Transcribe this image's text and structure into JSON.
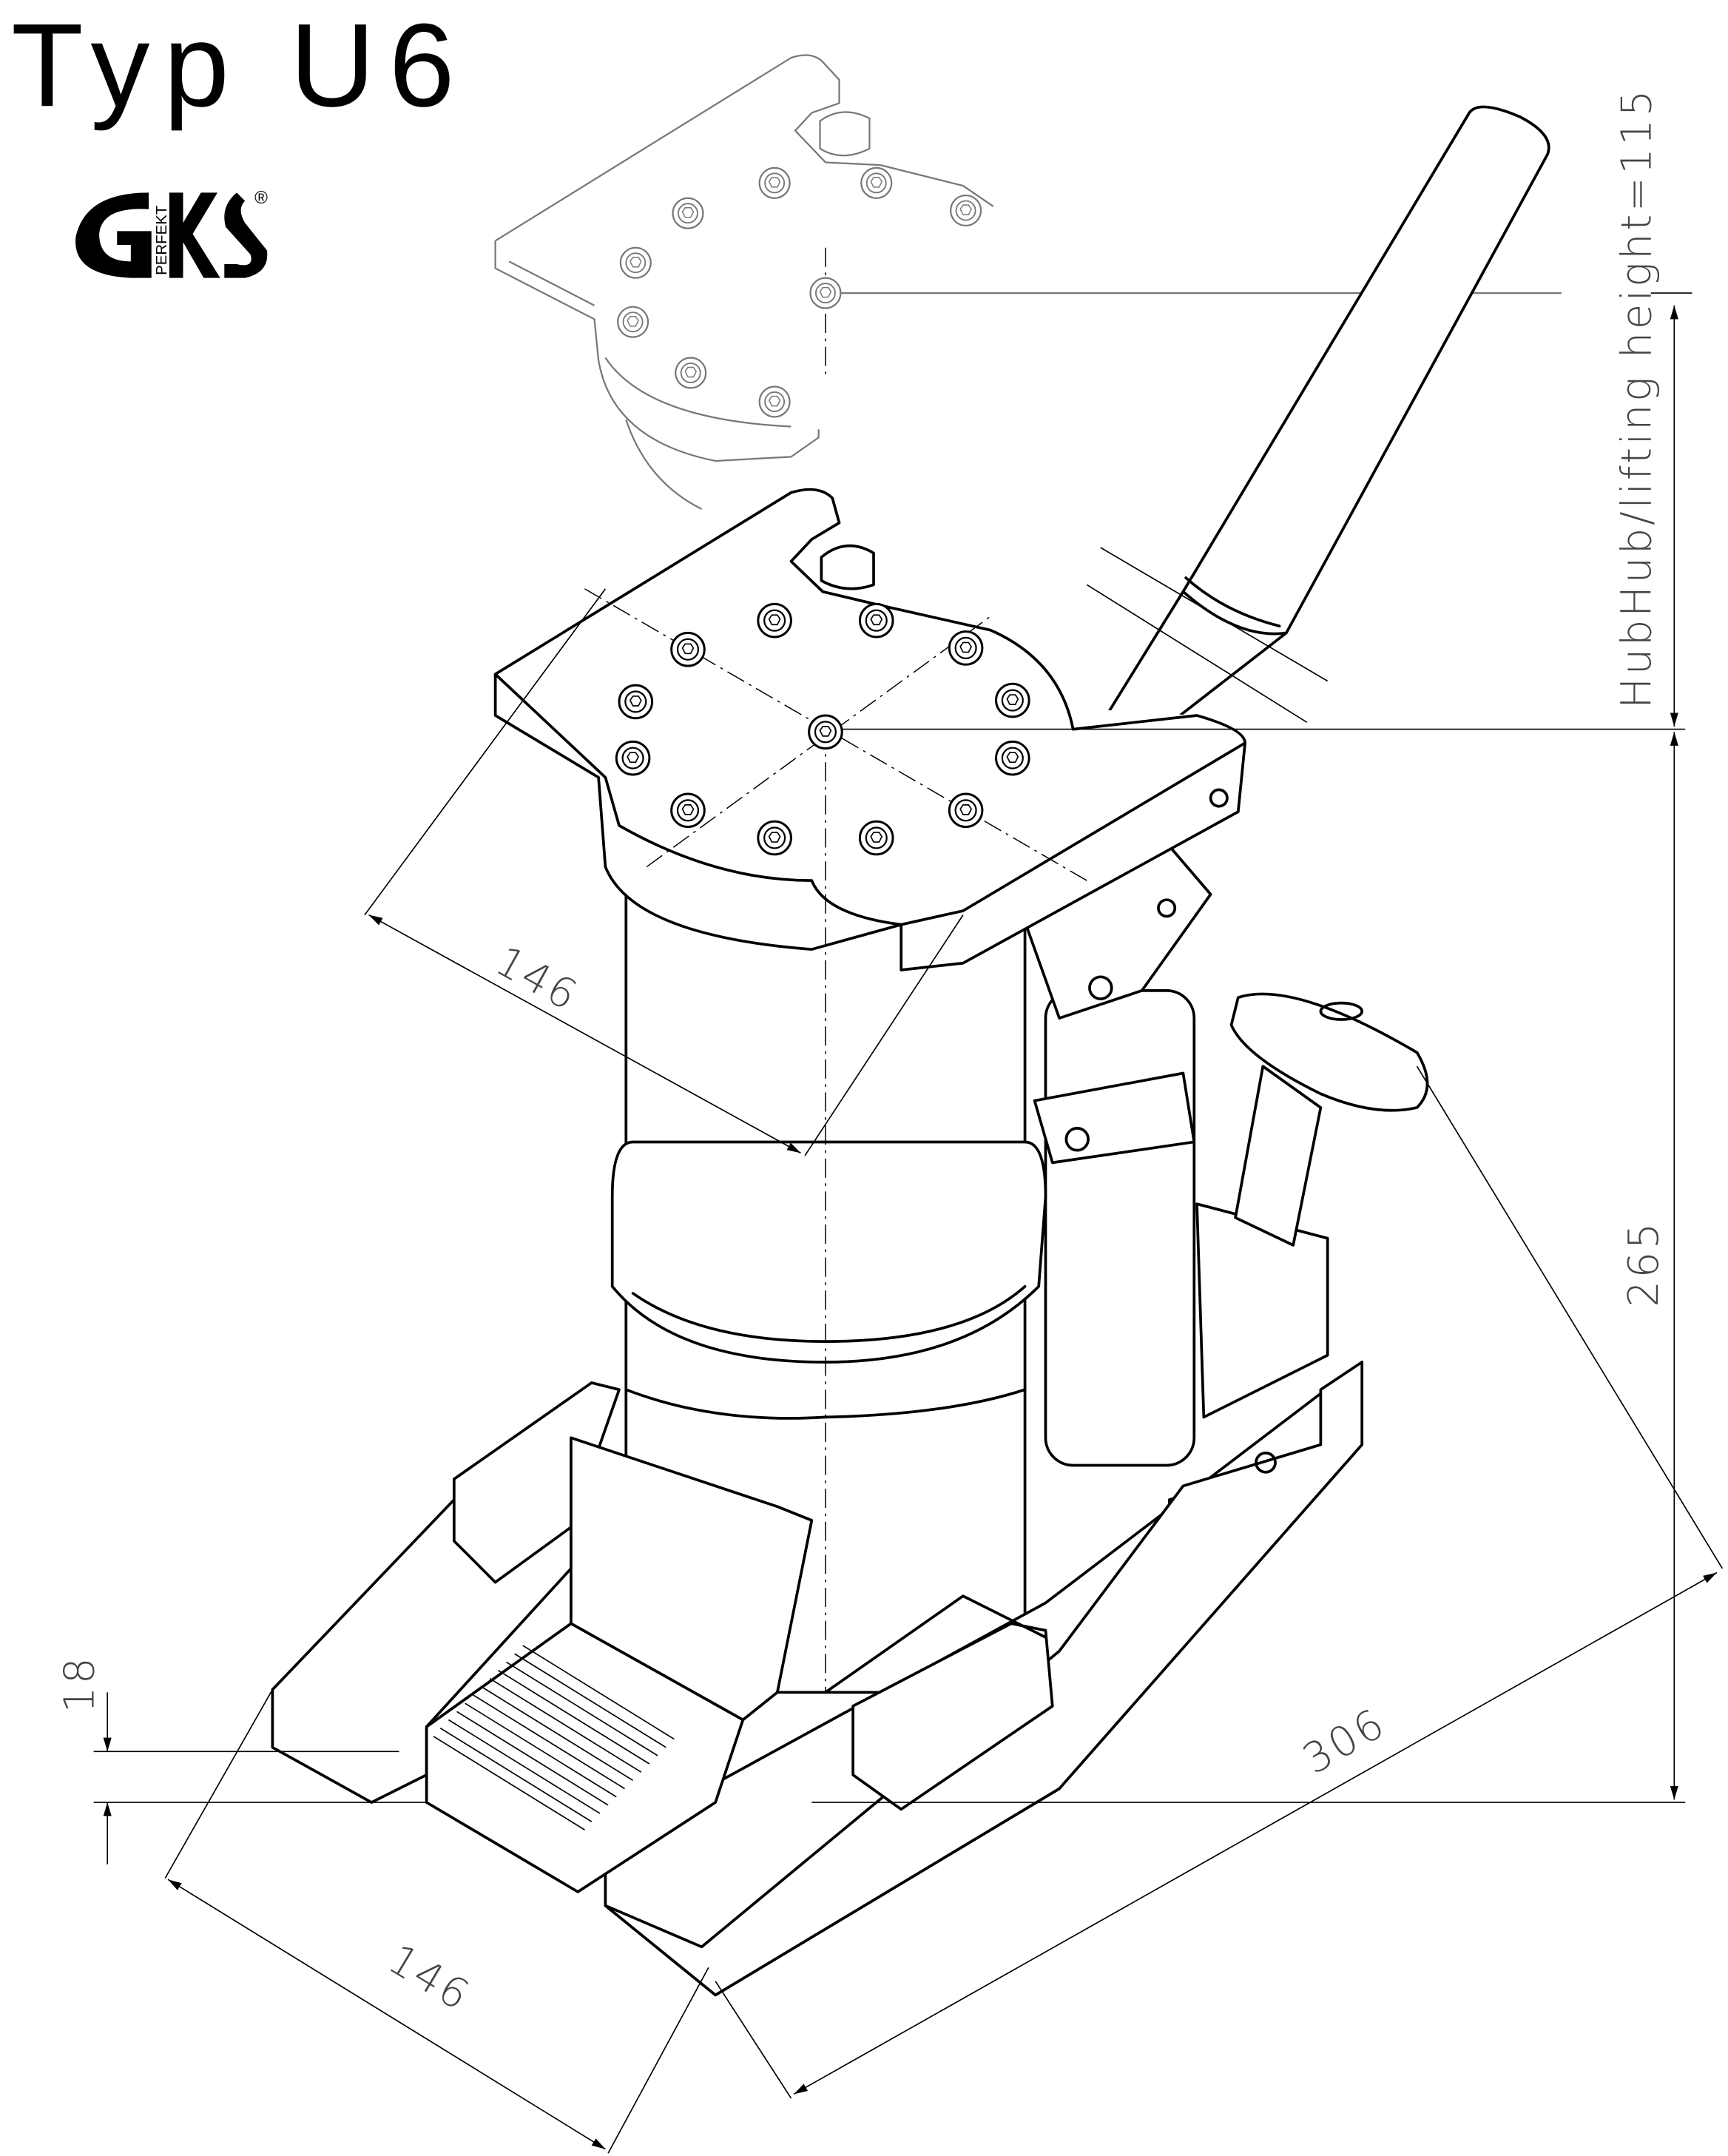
{
  "title": "Typ U6",
  "logo": {
    "text": "GKS",
    "subtext": "PERFEKT",
    "mark": "®"
  },
  "dimensions": {
    "lifting_height_label": "HubHub/lifting height=115",
    "height": "265",
    "plate_width": "146",
    "base_width": "146",
    "base_length": "306",
    "foot_height": "18"
  }
}
